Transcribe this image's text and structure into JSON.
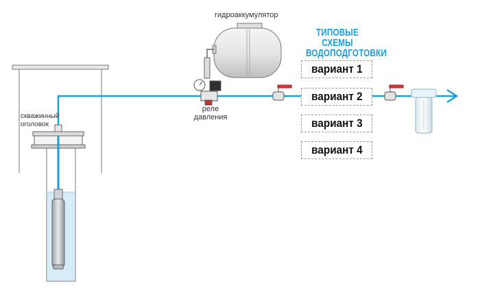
{
  "labels": {
    "accumulator": "гидроаккумулятор",
    "wellhead": "скважинный\nоголовок",
    "relay": "реле\nдавления",
    "title_line1": "ТИПОВЫЕ СХЕМЫ",
    "title_line2": "ВОДОПОДГОТОВКИ"
  },
  "variants": [
    {
      "label": "вариант 1"
    },
    {
      "label": "вариант 2"
    },
    {
      "label": "вариант 3"
    },
    {
      "label": "вариант 4"
    }
  ],
  "colors": {
    "pipe": "#1a9fd8",
    "water": "#d6ecf8",
    "title": "#1a9fd8"
  }
}
